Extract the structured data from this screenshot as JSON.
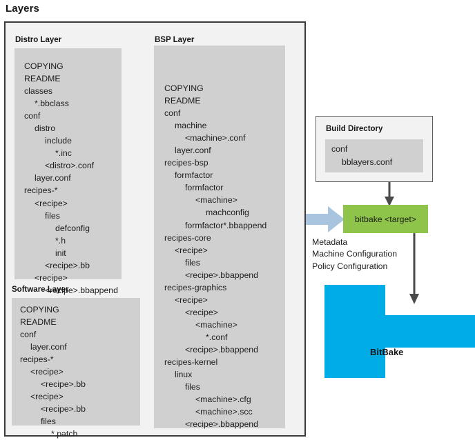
{
  "page": {
    "title": "Layers"
  },
  "layers_frame": {
    "name": "Layers container"
  },
  "distro_layer": {
    "label": "Distro Layer",
    "tree": [
      {
        "text": "COPYING",
        "depth": 0
      },
      {
        "text": "README",
        "depth": 0
      },
      {
        "text": "classes",
        "depth": 0
      },
      {
        "text": "*.bbclass",
        "depth": 1
      },
      {
        "text": "conf",
        "depth": 0
      },
      {
        "text": "distro",
        "depth": 1
      },
      {
        "text": "include",
        "depth": 2
      },
      {
        "text": "*.inc",
        "depth": 3
      },
      {
        "text": "<distro>.conf",
        "depth": 2
      },
      {
        "text": "layer.conf",
        "depth": 1
      },
      {
        "text": "recipes-*",
        "depth": 0
      },
      {
        "text": "<recipe>",
        "depth": 1
      },
      {
        "text": "files",
        "depth": 2
      },
      {
        "text": "defconfig",
        "depth": 3
      },
      {
        "text": "*.h",
        "depth": 3
      },
      {
        "text": "init",
        "depth": 3
      },
      {
        "text": "<recipe>.bb",
        "depth": 2
      },
      {
        "text": "<recipe>",
        "depth": 1
      },
      {
        "text": "<recipe>.bbappend",
        "depth": 2
      }
    ]
  },
  "software_layer": {
    "label": "Software Layer",
    "tree": [
      {
        "text": "COPYING",
        "depth": 0
      },
      {
        "text": "README",
        "depth": 0
      },
      {
        "text": "conf",
        "depth": 0
      },
      {
        "text": "layer.conf",
        "depth": 1
      },
      {
        "text": "recipes-*",
        "depth": 0
      },
      {
        "text": "<recipe>",
        "depth": 1
      },
      {
        "text": "<recipe>.bb",
        "depth": 2
      },
      {
        "text": "<recipe>",
        "depth": 1
      },
      {
        "text": "<recipe>.bb",
        "depth": 2
      },
      {
        "text": "files",
        "depth": 2
      },
      {
        "text": "*.patch",
        "depth": 3
      }
    ]
  },
  "bsp_layer": {
    "label": "BSP Layer",
    "tree": [
      {
        "text": "COPYING",
        "depth": 0
      },
      {
        "text": "README",
        "depth": 0
      },
      {
        "text": "conf",
        "depth": 0
      },
      {
        "text": "machine",
        "depth": 1
      },
      {
        "text": "<machine>.conf",
        "depth": 2
      },
      {
        "text": "layer.conf",
        "depth": 1
      },
      {
        "text": "recipes-bsp",
        "depth": 0
      },
      {
        "text": "formfactor",
        "depth": 1
      },
      {
        "text": "formfactor",
        "depth": 2
      },
      {
        "text": "<machine>",
        "depth": 3
      },
      {
        "text": "machconfig",
        "depth": 4
      },
      {
        "text": "formfactor*.bbappend",
        "depth": 2
      },
      {
        "text": "recipes-core",
        "depth": 0
      },
      {
        "text": "<recipe>",
        "depth": 1
      },
      {
        "text": "files",
        "depth": 2
      },
      {
        "text": "<recipe>.bbappend",
        "depth": 2
      },
      {
        "text": "recipes-graphics",
        "depth": 0
      },
      {
        "text": "<recipe>",
        "depth": 1
      },
      {
        "text": "<recipe>",
        "depth": 2
      },
      {
        "text": "<machine>",
        "depth": 3
      },
      {
        "text": "*.conf",
        "depth": 4
      },
      {
        "text": "<recipe>.bbappend",
        "depth": 2
      },
      {
        "text": "recipes-kernel",
        "depth": 0
      },
      {
        "text": "linux",
        "depth": 1
      },
      {
        "text": "files",
        "depth": 2
      },
      {
        "text": "<machine>.cfg",
        "depth": 3
      },
      {
        "text": "<machine>.scc",
        "depth": 3
      },
      {
        "text": "<recipe>.bbappend",
        "depth": 2
      }
    ]
  },
  "build_directory": {
    "label": "Build Directory",
    "tree": [
      {
        "text": "conf",
        "depth": 0
      },
      {
        "text": "bblayers.conf",
        "depth": 1
      }
    ]
  },
  "bitbake_box": {
    "label": "bitbake <target>",
    "color": "#8ec449"
  },
  "metadata_caption": {
    "lines": [
      "Metadata",
      "Machine Configuration",
      "Policy Configuration"
    ]
  },
  "bitbake_output": {
    "label": "BitBake",
    "color": "#00ace6"
  },
  "arrows": {
    "build_to_bitbake": "arrow-down",
    "bitbake_to_output": "arrow-down",
    "metadata_to_bitbake": "arrow-right",
    "arrow_color": "#4a4a4a",
    "block_arrow_color": "#a9c4de"
  }
}
